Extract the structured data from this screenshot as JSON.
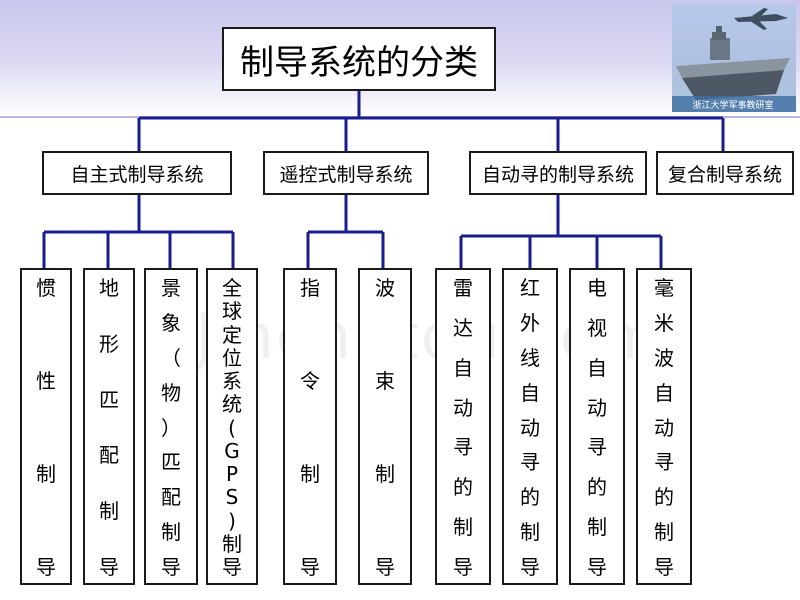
{
  "title": "制导系统的分类",
  "logo_caption": "浙江大学军事教研室",
  "watermark": "Jinchutou.com",
  "categories": [
    {
      "label": "自主式制导系统",
      "leaves": [
        [
          "惯",
          "性",
          "制",
          "导"
        ],
        [
          "地",
          "形",
          "匹",
          "配",
          "制",
          "导"
        ],
        [
          "景",
          "象",
          "（",
          "物",
          "）",
          "匹",
          "配",
          "制",
          "导"
        ],
        [
          "全",
          "球",
          "定",
          "位",
          "系",
          "统",
          "(",
          "G",
          "P",
          "S",
          ")",
          "制",
          "导"
        ]
      ]
    },
    {
      "label": "遥控式制导系统",
      "leaves": [
        [
          "指",
          "令",
          "制",
          "导"
        ],
        [
          "波",
          "束",
          "制",
          "导"
        ]
      ]
    },
    {
      "label": "自动寻的制导系统",
      "leaves": [
        [
          "雷",
          "达",
          "自",
          "动",
          "寻",
          "的",
          "制",
          "导"
        ],
        [
          "红",
          "外",
          "线",
          "自",
          "动",
          "寻",
          "的",
          "制",
          "导"
        ],
        [
          "电",
          "视",
          "自",
          "动",
          "寻",
          "的",
          "制",
          "导"
        ],
        [
          "毫",
          "米",
          "波",
          "自",
          "动",
          "寻",
          "的",
          "制",
          "导"
        ]
      ]
    },
    {
      "label": "复合制导系统",
      "leaves": []
    }
  ],
  "colors": {
    "connector": "#1a1d8f",
    "border": "#1a1a1a",
    "header_bg": "#c9c7ec"
  }
}
